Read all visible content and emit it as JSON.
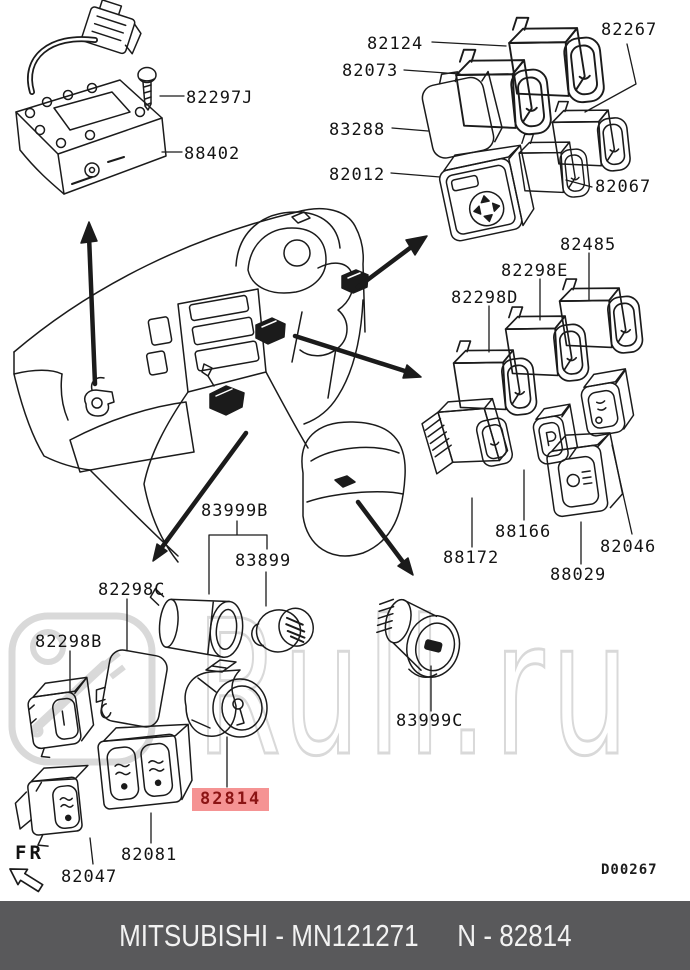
{
  "colors": {
    "highlight_bg": "#f59393",
    "highlight_text": "#8b1414",
    "footer_bg": "#59595b",
    "watermark_gray": "#d9d9d9"
  },
  "watermark": {
    "text": "Rull.ru"
  },
  "orientation": {
    "label": "FR"
  },
  "diagram_code": "D00267",
  "footer": {
    "left": "MITSUBISHI - MN121271",
    "right": "N - 82814"
  },
  "parts": [
    {
      "label": "82297J"
    },
    {
      "label": "88402"
    },
    {
      "label": "82124"
    },
    {
      "label": "82073"
    },
    {
      "label": "83288"
    },
    {
      "label": "82012"
    },
    {
      "label": "82267"
    },
    {
      "label": "82067"
    },
    {
      "label": "82485"
    },
    {
      "label": "82298E"
    },
    {
      "label": "82298D"
    },
    {
      "label": "88166"
    },
    {
      "label": "88172"
    },
    {
      "label": "82046"
    },
    {
      "label": "88029"
    },
    {
      "label": "83999B"
    },
    {
      "label": "83899"
    },
    {
      "label": "82298C"
    },
    {
      "label": "82298B"
    },
    {
      "label": "83999C"
    },
    {
      "label": "82814",
      "highlighted": true
    },
    {
      "label": "82081"
    },
    {
      "label": "82047"
    }
  ]
}
